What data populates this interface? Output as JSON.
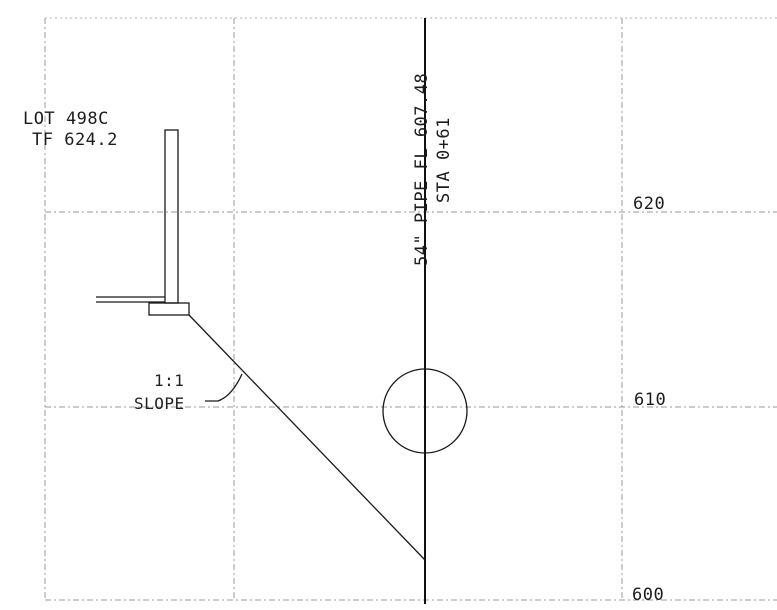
{
  "drawing": {
    "lot_label": "LOT 498C",
    "tf_label": "TF 624.2",
    "slope_ratio": "1:1",
    "slope_label": "SLOPE",
    "pipe_label": "54\" PIPE FL 607.48",
    "station_label": "STA 0+61",
    "elevations": [
      "620",
      "610",
      "600"
    ]
  },
  "colors": {
    "ink": "#1a1a1a",
    "grid": "#9a9a9a",
    "background": "#ffffff"
  }
}
